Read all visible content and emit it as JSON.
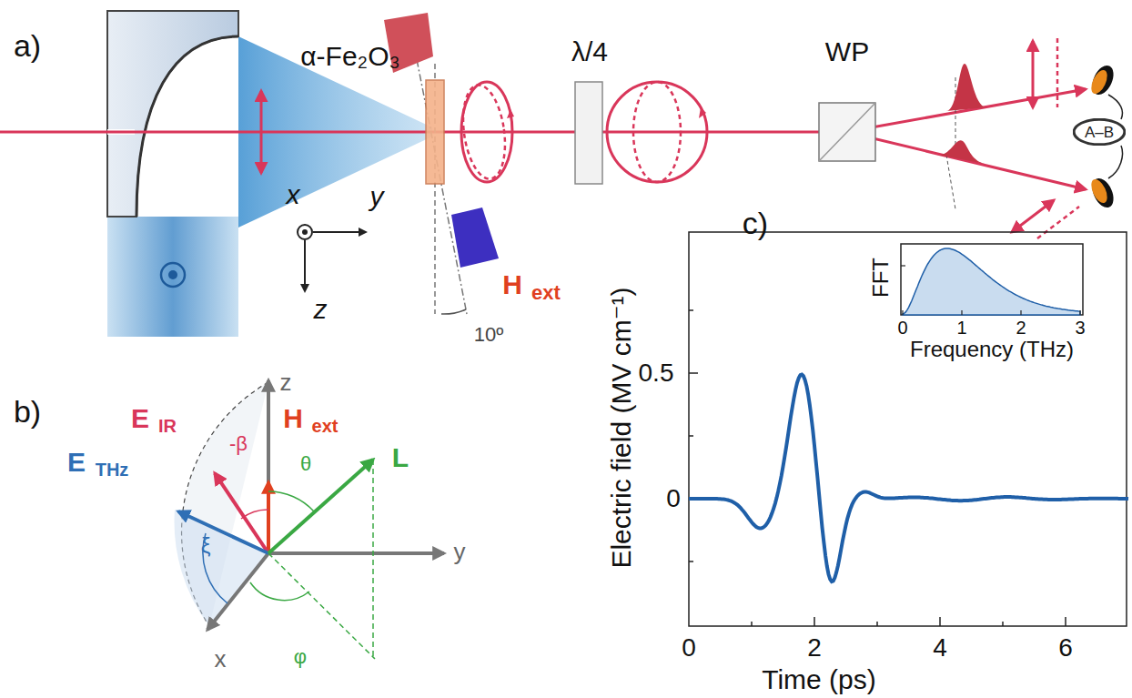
{
  "diagram": {
    "nodes": [
      {
        "text": [
          "A–B"
        ]
      }
    ],
    "labels": [
      "a)",
      "α-Fe₂O₃",
      "λ/4",
      "WP",
      "x",
      "y",
      "z",
      "H",
      "ext",
      "10º",
      "b)",
      "z",
      "E",
      "IR",
      "H",
      "ext",
      "-β",
      "θ",
      "L",
      "E",
      "THz",
      "ξ",
      "y",
      "φ",
      "x",
      "c)",
      "Electric field (MV cm⁻¹)",
      "0.5",
      "0",
      "0",
      "2",
      "4",
      "6",
      "Time (ps)",
      "FFT",
      "0",
      "1",
      "2",
      "3",
      "Frequency (THz)"
    ]
  }
}
